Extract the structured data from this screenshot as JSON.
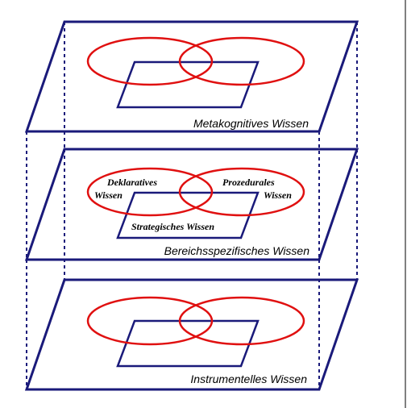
{
  "layers": {
    "top": {
      "label": "Metakognitives  Wissen"
    },
    "middle": {
      "label": "Bereichsspezifisches Wissen",
      "left_ellipse_line1": "Deklaratives",
      "left_ellipse_line2": "Wissen",
      "right_ellipse_line1": "Prozedurales",
      "right_ellipse_line2": "Wissen",
      "center_label": "Strategisches Wissen"
    },
    "bottom": {
      "label": "Instrumentelles Wissen"
    }
  },
  "colors": {
    "frame": "#1a1a7a",
    "ellipse": "#e01010"
  }
}
